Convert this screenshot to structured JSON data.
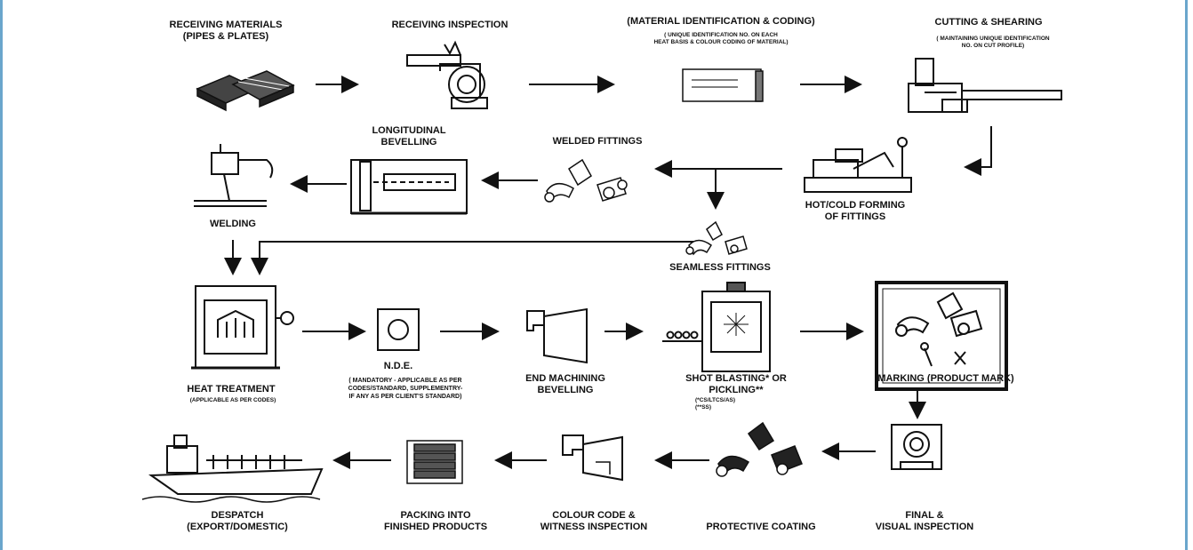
{
  "steps": {
    "receiving_materials": "RECEIVING MATERIALS\n(PIPES & PLATES)",
    "receiving_inspection": "RECEIVING INSPECTION",
    "material_identification": "(MATERIAL IDENTIFICATION & CODING)",
    "material_identification_note": "( UNIQUE IDENTIFICATION NO. ON EACH\nHEAT BASIS & COLOUR CODING OF MATERIAL)",
    "cutting_shearing": "CUTTING & SHEARING",
    "cutting_shearing_note": "( MAINTAINING UNIQUE IDENTIFICATION\nNO. ON CUT PROFILE)",
    "longitudinal_bevelling": "LONGITUDINAL\nBEVELLING",
    "welded_fittings": "WELDED FITTINGS",
    "welding": "WELDING",
    "hot_cold_forming": "HOT/COLD FORMING\nOF FITTINGS",
    "seamless_fittings": "SEAMLESS FITTINGS",
    "heat_treatment": "HEAT TREATMENT",
    "heat_treatment_note": "(APPLICABLE AS PER CODES)",
    "nde": "N.D.E.",
    "nde_note": "( MANDATORY - APPLICABLE AS PER\nCODES/STANDARD, SUPPLEMENTRY-\nIF ANY AS PER CLIENT'S STANDARD)",
    "end_machining": "END MACHINING\nBEVELLING",
    "shot_blasting": "SHOT BLASTING* OR\nPICKLING**",
    "shot_blasting_note": "(*CS/LTCS/AS)\n(**SS)",
    "marking": "MARKING (PRODUCT MARK)",
    "despatch": "DESPATCH\n(EXPORT/DOMESTIC)",
    "packing": "PACKING INTO\nFINISHED PRODUCTS",
    "colour_code": "COLOUR CODE &\nWITNESS INSPECTION",
    "protective_coating": "PROTECTIVE COATING",
    "final_inspection": "FINAL &\nVISUAL INSPECTION"
  }
}
